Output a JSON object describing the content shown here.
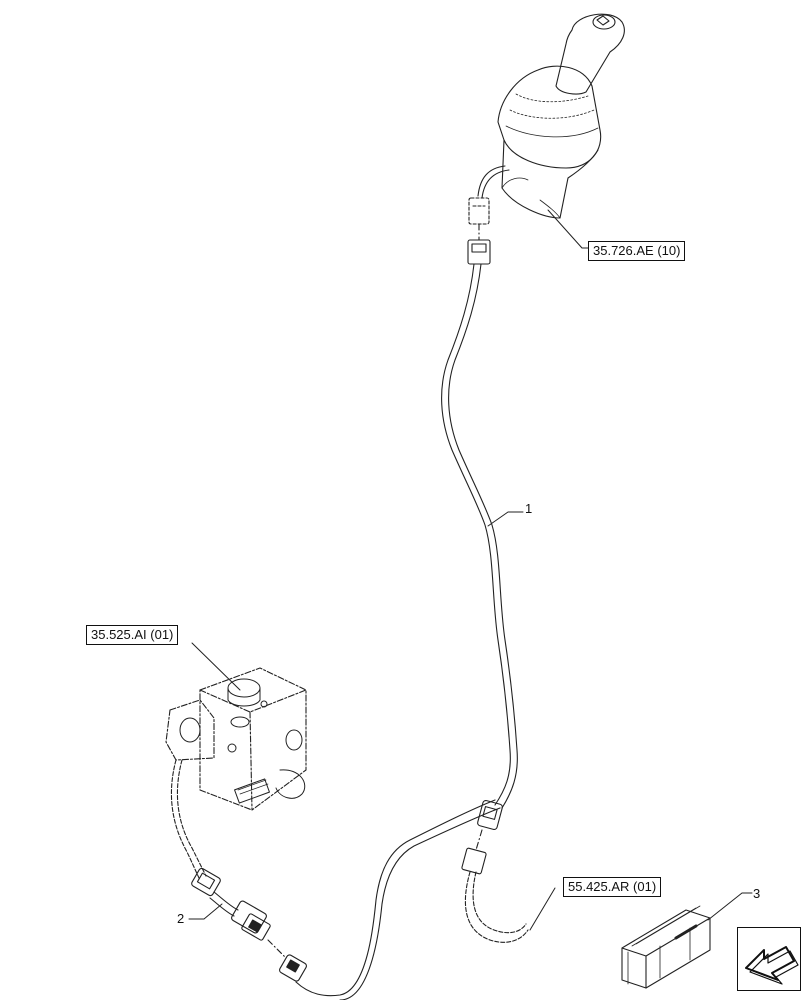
{
  "references": {
    "joystick": "35.726.AE (10)",
    "control_valve": "35.525.AI (01)",
    "harness_end": "55.425.AR (01)"
  },
  "callouts": {
    "harness": "1",
    "adapter": "2",
    "kit_box": "3"
  },
  "icons": {
    "navigation": "arrow-navigation-icon"
  }
}
